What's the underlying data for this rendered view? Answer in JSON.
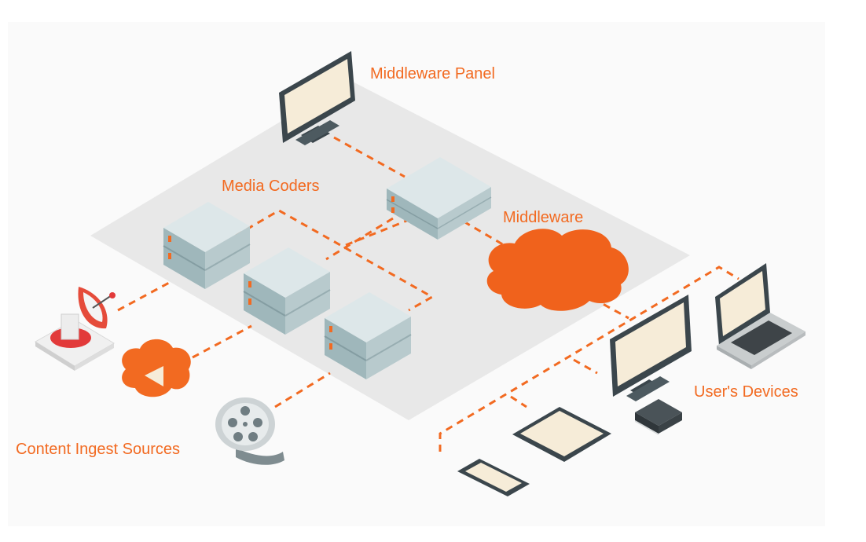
{
  "labels": {
    "middleware_panel": "Middleware Panel",
    "media_coders": "Media Coders",
    "middleware": "Middleware",
    "content_ingest_sources": "Content Ingest Sources",
    "users_devices": "User's Devices"
  },
  "icons": {
    "satellite": "satellite-dish-icon",
    "cloud_play": "cloud-play-icon",
    "film_reel": "film-reel-icon",
    "server": "server-icon",
    "monitor": "monitor-icon",
    "cloud": "cloud-icon",
    "laptop": "laptop-icon",
    "tablet": "tablet-icon",
    "phone": "smartphone-icon",
    "set_top_box": "set-top-box-icon"
  },
  "colors": {
    "accent": "#f26a21",
    "platform": "#e9e9e9",
    "screen": "#f6ecd8",
    "dark": "#39444a",
    "server_top": "#d9e4e6",
    "server_front": "#9fb6ba",
    "server_side": "#b7c9cc"
  }
}
